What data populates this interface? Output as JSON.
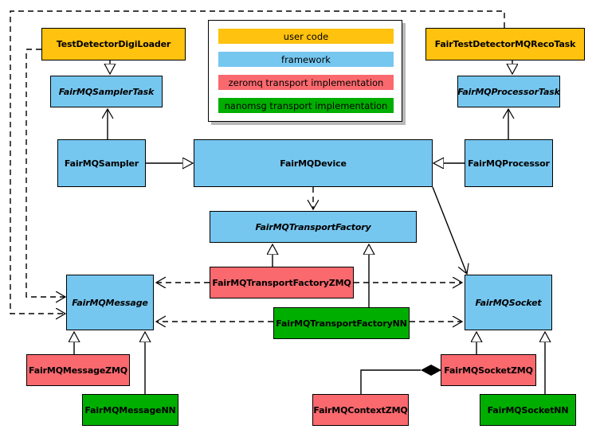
{
  "colors": {
    "userCode": "#FFC20E",
    "framework": "#76C7F0",
    "zeromq": "#F9696E",
    "nanomsg": "#00AE00",
    "border": "#000000",
    "background": "#FFFFFF"
  },
  "legend": {
    "items": [
      {
        "label": "user code",
        "color": "#FFC20E"
      },
      {
        "label": "framework",
        "color": "#76C7F0"
      },
      {
        "label": "zeromq transport implementation",
        "color": "#F9696E"
      },
      {
        "label": "nanomsg transport implementation",
        "color": "#00AE00"
      }
    ]
  },
  "nodes": {
    "testDetectorDigiLoader": {
      "label": "TestDetectorDigiLoader",
      "category": "user code",
      "abstract": false
    },
    "fairTestDetectorMQRecoTask": {
      "label": "FairTestDetectorMQRecoTask",
      "category": "user code",
      "abstract": false
    },
    "fairMQSamplerTask": {
      "label": "FairMQSamplerTask",
      "category": "framework",
      "abstract": true
    },
    "fairMQProcessorTask": {
      "label": "FairMQProcessorTask",
      "category": "framework",
      "abstract": true
    },
    "fairMQSampler": {
      "label": "FairMQSampler",
      "category": "framework",
      "abstract": false
    },
    "fairMQDevice": {
      "label": "FairMQDevice",
      "category": "framework",
      "abstract": false
    },
    "fairMQProcessor": {
      "label": "FairMQProcessor",
      "category": "framework",
      "abstract": false
    },
    "fairMQTransportFactory": {
      "label": "FairMQTransportFactory",
      "category": "framework",
      "abstract": true
    },
    "fairMQTransportFactoryZMQ": {
      "label": "FairMQTransportFactoryZMQ",
      "category": "zeromq",
      "abstract": false
    },
    "fairMQTransportFactoryNN": {
      "label": "FairMQTransportFactoryNN",
      "category": "nanomsg",
      "abstract": false
    },
    "fairMQMessage": {
      "label": "FairMQMessage",
      "category": "framework",
      "abstract": true
    },
    "fairMQSocket": {
      "label": "FairMQSocket",
      "category": "framework",
      "abstract": true
    },
    "fairMQMessageZMQ": {
      "label": "FairMQMessageZMQ",
      "category": "zeromq",
      "abstract": false
    },
    "fairMQMessageNN": {
      "label": "FairMQMessageNN",
      "category": "nanomsg",
      "abstract": false
    },
    "fairMQContextZMQ": {
      "label": "FairMQContextZMQ",
      "category": "zeromq",
      "abstract": false
    },
    "fairMQSocketZMQ": {
      "label": "FairMQSocketZMQ",
      "category": "zeromq",
      "abstract": false
    },
    "fairMQSocketNN": {
      "label": "FairMQSocketNN",
      "category": "nanomsg",
      "abstract": false
    }
  },
  "edges": [
    {
      "type": "inheritance",
      "from": "TestDetectorDigiLoader",
      "to": "FairMQSamplerTask"
    },
    {
      "type": "inheritance",
      "from": "FairTestDetectorMQRecoTask",
      "to": "FairMQProcessorTask"
    },
    {
      "type": "inheritance",
      "from": "FairMQSampler",
      "to": "FairMQDevice"
    },
    {
      "type": "inheritance",
      "from": "FairMQProcessor",
      "to": "FairMQDevice"
    },
    {
      "type": "inheritance",
      "from": "FairMQTransportFactoryZMQ",
      "to": "FairMQTransportFactory"
    },
    {
      "type": "inheritance",
      "from": "FairMQTransportFactoryNN",
      "to": "FairMQTransportFactory"
    },
    {
      "type": "inheritance",
      "from": "FairMQMessageZMQ",
      "to": "FairMQMessage"
    },
    {
      "type": "inheritance",
      "from": "FairMQMessageNN",
      "to": "FairMQMessage"
    },
    {
      "type": "inheritance",
      "from": "FairMQSocketZMQ",
      "to": "FairMQSocket"
    },
    {
      "type": "inheritance",
      "from": "FairMQSocketNN",
      "to": "FairMQSocket"
    },
    {
      "type": "association",
      "from": "FairMQSampler",
      "to": "FairMQSamplerTask"
    },
    {
      "type": "association",
      "from": "FairMQProcessor",
      "to": "FairMQProcessorTask"
    },
    {
      "type": "association",
      "from": "FairMQDevice",
      "to": "FairMQSocket"
    },
    {
      "type": "dependency",
      "from": "FairMQDevice",
      "to": "FairMQTransportFactory"
    },
    {
      "type": "dependency",
      "from": "FairMQTransportFactoryZMQ",
      "to": "FairMQMessage"
    },
    {
      "type": "dependency",
      "from": "FairMQTransportFactoryNN",
      "to": "FairMQMessage"
    },
    {
      "type": "dependency",
      "from": "FairMQTransportFactoryZMQ",
      "to": "FairMQSocket"
    },
    {
      "type": "dependency",
      "from": "FairMQTransportFactoryNN",
      "to": "FairMQSocket"
    },
    {
      "type": "dependency",
      "from": "FairTestDetectorMQRecoTask",
      "to": "FairMQMessage"
    },
    {
      "type": "dependency",
      "from": "TestDetectorDigiLoader",
      "to": "FairMQMessage"
    },
    {
      "type": "composition",
      "from": "FairMQSocketZMQ",
      "to": "FairMQContextZMQ"
    }
  ]
}
